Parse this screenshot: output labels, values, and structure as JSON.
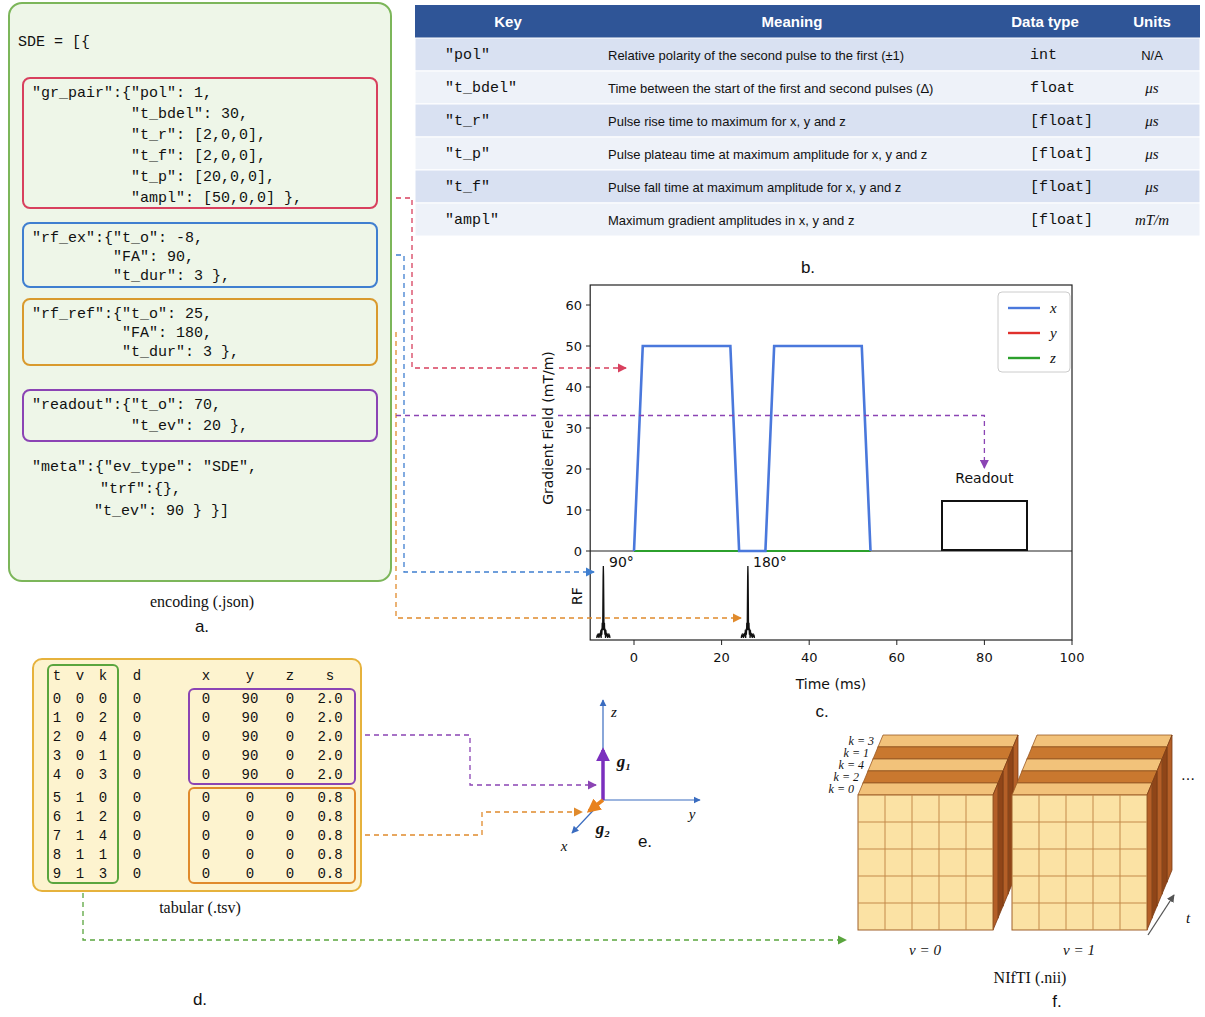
{
  "diagram": {
    "nodes": [
      {
        "text": [
          "SDE = [{",
          "\"meta\":{\"ev_type\": \"SDE\",",
          "\"trf\":{},",
          "\"t_ev\": 90 } }]"
        ]
      },
      {
        "text": [
          "\"gr_pair\":{\"pol\": 1,",
          "\"t_bdel\": 30,",
          "\"t_r\": [2,0,0],",
          "\"t_f\": [2,0,0],",
          "\"t_p\": [20,0,0],",
          "\"ampl\": [50,0,0] },"
        ],
        "in": 0
      },
      {
        "text": [
          "\"rf_ex\":{\"t_o\": -8,",
          "\"FA\": 90,",
          "\"t_dur\": 3 },"
        ],
        "in": 0
      },
      {
        "text": [
          "\"rf_ref\":{\"t_o\": 25,",
          "\"FA\": 180,",
          "\"t_dur\": 3 },"
        ],
        "in": 0
      },
      {
        "text": [
          "\"readout\":{\"t_o\": 70,",
          "\"t_ev\": 20 },"
        ],
        "in": 0
      },
      {
        "text": [
          "Readout"
        ]
      },
      {
        "text": [
          "d",
          "x",
          "y",
          "z",
          "s",
          "0",
          "0",
          "0",
          "0",
          "0",
          "0",
          "0",
          "0",
          "0",
          "0"
        ]
      },
      {
        "text": [
          "t",
          "v",
          "k",
          "0",
          "0",
          "0",
          "1",
          "0",
          "2",
          "2",
          "0",
          "4",
          "3",
          "0",
          "1",
          "4",
          "0",
          "3",
          "5",
          "1",
          "0",
          "6",
          "1",
          "2",
          "7",
          "1",
          "4",
          "8",
          "1",
          "1",
          "9",
          "1",
          "3"
        ],
        "in": 6
      },
      {
        "text": [
          "0",
          "90",
          "0",
          "2.0",
          "0",
          "90",
          "0",
          "2.0",
          "0",
          "90",
          "0",
          "2.0",
          "0",
          "90",
          "0",
          "2.0",
          "0",
          "90",
          "0",
          "2.0"
        ],
        "in": 6
      },
      {
        "text": [
          "0",
          "0",
          "0",
          "0.8",
          "0",
          "0",
          "0",
          "0.8",
          "0",
          "0",
          "0",
          "0.8",
          "0",
          "0",
          "0",
          "0.8",
          "0",
          "0",
          "0",
          "0.8"
        ],
        "in": 6
      }
    ],
    "edges": [
      {
        "from": 4,
        "to": 5,
        "arrow": "to"
      }
    ],
    "labels": [
      "encoding (.json)",
      "a.",
      "Key",
      "Meaning",
      "Data type",
      "Units",
      "\"pol\"",
      "Relative polarity of the second pulse to the first (±1)",
      "int",
      "N/A",
      "\"t_bdel\"",
      "Time between the start of the first and second pulses (Δ)",
      "float",
      "μs",
      "\"t_r\"",
      "Pulse rise time to maximum for x, y and z",
      "[float]",
      "μs",
      "\"t_p\"",
      "Pulse plateau time at maximum amplitude for x, y and z",
      "[float]",
      "μs",
      "\"t_f\"",
      "Pulse fall time at maximum amplitude for x, y and z",
      "[float]",
      "μs",
      "\"ampl\"",
      "Maximum gradient amplitudes in x, y and z",
      "[float]",
      "mT/m",
      "b.",
      "Gradient Field (mT/m)",
      "60",
      "50",
      "40",
      "30",
      "20",
      "10",
      "0",
      "RF",
      "90°",
      "180°",
      "0",
      "20",
      "40",
      "60",
      "80",
      "100",
      "Time (ms)",
      "c.",
      "tabular (.tsv)",
      "d.",
      "z",
      "y",
      "x",
      "g₁",
      "g₂",
      "e.",
      "k = 3",
      "k = 1",
      "k = 4",
      "k = 2",
      "k = 0",
      "v = 0",
      "v = 1",
      "t",
      "…",
      "NIfTI (.nii)",
      "f."
    ],
    "legend": [
      {
        "text": "x"
      },
      {
        "text": "y"
      },
      {
        "text": "z"
      }
    ]
  }
}
